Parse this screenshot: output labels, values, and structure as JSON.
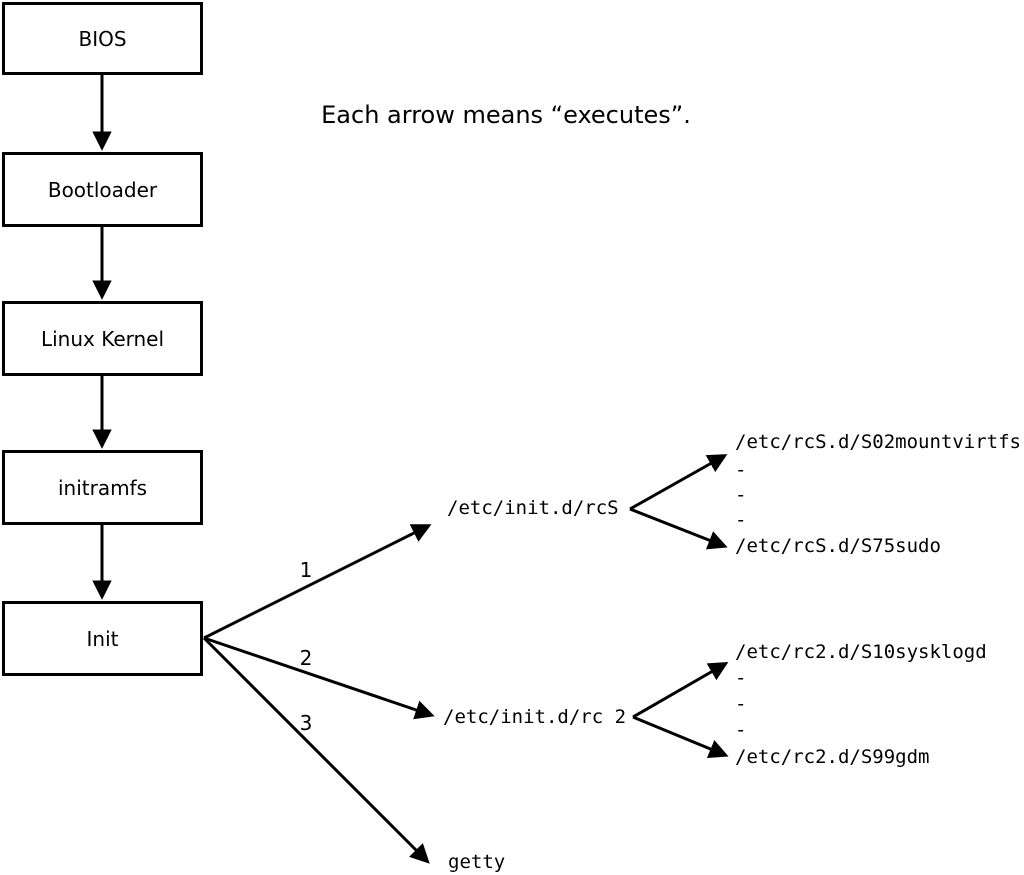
{
  "caption": "Each arrow means “executes”.",
  "boot_chain": [
    "BIOS",
    "Bootloader",
    "Linux Kernel",
    "initramfs",
    "Init"
  ],
  "fanout": {
    "labels": [
      "1",
      "2",
      "3"
    ],
    "targets": [
      "/etc/init.d/rcS",
      "/etc/init.d/rc 2",
      "getty"
    ]
  },
  "rcS_entries": [
    "/etc/rcS.d/S02mountvirtfs",
    "-",
    "-",
    "-",
    "/etc/rcS.d/S75sudo"
  ],
  "rc2_entries": [
    "/etc/rc2.d/S10sysklogd",
    "-",
    "-",
    "-",
    "/etc/rc2.d/S99gdm"
  ],
  "colors": {
    "ink": "#000000",
    "background": "#ffffff"
  }
}
